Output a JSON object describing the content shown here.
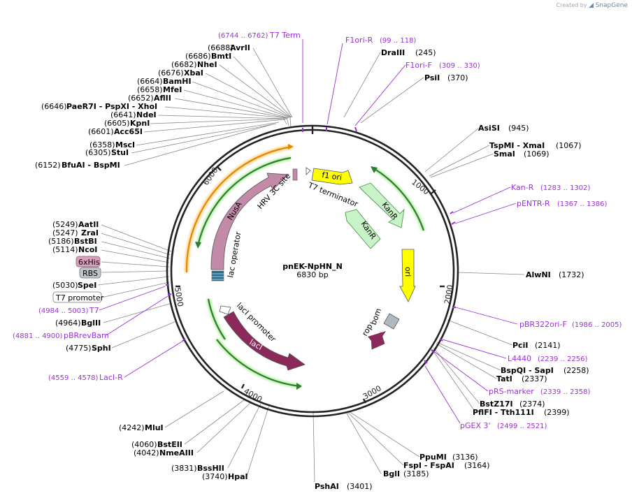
{
  "credit": {
    "prefix": "Created by",
    "brand": "SnapGene"
  },
  "plasmid": {
    "name": "pnEK-NpHN_N",
    "size": "6830 bp",
    "length": 6830,
    "ticks": [
      "1000",
      "2000",
      "3000",
      "4000",
      "5000",
      "6000"
    ]
  },
  "colors": {
    "backbone": "#222222",
    "primer": "#9b30d8",
    "enzyme": "#000000",
    "f1_ori": "#ffff00",
    "ori": "#ffff00",
    "kanR": "#c8f2c8",
    "kanR_stroke": "#4c9a4c",
    "nusA": "#c28aa8",
    "lacI": "#8b2a5a",
    "rop": "#8b2a5a",
    "bom": "#b0b8c0",
    "orf_green": "#2e7d32",
    "orf_orange": "#e08a00"
  },
  "features": [
    {
      "name": "f1 ori",
      "type": "f1ori"
    },
    {
      "name": "KanR",
      "type": "kanR1"
    },
    {
      "name": "KanR",
      "type": "kanR2"
    },
    {
      "name": "ori",
      "type": "ori"
    },
    {
      "name": "bom",
      "type": "bom"
    },
    {
      "name": "rop",
      "type": "rop"
    },
    {
      "name": "lacI",
      "type": "lacI"
    },
    {
      "name": "lacI promoter",
      "type": "lacIpro"
    },
    {
      "name": "lac operator",
      "type": "lacop"
    },
    {
      "name": "NusA",
      "type": "nusA"
    },
    {
      "name": "HRV 3C site",
      "type": "hrv"
    },
    {
      "name": "T7 terminator",
      "type": "t7term"
    }
  ],
  "boxed_features": [
    {
      "name": "6xHis",
      "style": "pink"
    },
    {
      "name": "RBS",
      "style": "gray"
    },
    {
      "name": "T7 promoter",
      "style": "white"
    }
  ],
  "enzymes": [
    {
      "name": "AvrII",
      "pos": "(6688)"
    },
    {
      "name": "BmtI",
      "pos": "(6686)"
    },
    {
      "name": "NheI",
      "pos": "(6682)"
    },
    {
      "name": "XbaI",
      "pos": "(6676)"
    },
    {
      "name": "BamHI",
      "pos": "(6664)"
    },
    {
      "name": "MfeI",
      "pos": "(6658)"
    },
    {
      "name": "AflII",
      "pos": "(6652)"
    },
    {
      "name": "PaeR7I - PspXI - XhoI",
      "pos": "(6646)"
    },
    {
      "name": "NdeI",
      "pos": "(6641)"
    },
    {
      "name": "KpnI",
      "pos": "(6605)"
    },
    {
      "name": "Acc65I",
      "pos": "(6601)"
    },
    {
      "name": "MscI",
      "pos": "(6358)"
    },
    {
      "name": "StuI",
      "pos": "(6305)"
    },
    {
      "name": "BfuAI - BspMI",
      "pos": "(6152)"
    },
    {
      "name": "AatII",
      "pos": "(5249)"
    },
    {
      "name": "ZraI",
      "pos": "(5247)"
    },
    {
      "name": "BstBI",
      "pos": "(5186)"
    },
    {
      "name": "NcoI",
      "pos": "(5114)"
    },
    {
      "name": "SpeI",
      "pos": "(5030)"
    },
    {
      "name": "BglII",
      "pos": "(4964)"
    },
    {
      "name": "SphI",
      "pos": "(4775)"
    },
    {
      "name": "MluI",
      "pos": "(4242)"
    },
    {
      "name": "BstEII",
      "pos": "(4060)"
    },
    {
      "name": "NmeAIII",
      "pos": "(4042)"
    },
    {
      "name": "BssHII",
      "pos": "(3831)"
    },
    {
      "name": "HpaI",
      "pos": "(3740)"
    },
    {
      "name": "PshAI",
      "pos": "(3401)"
    },
    {
      "name": "BglI",
      "pos": "(3185)"
    },
    {
      "name": "FspI - FspAI",
      "pos": "(3164)"
    },
    {
      "name": "PpuMI",
      "pos": "(3136)"
    },
    {
      "name": "PflFI - Tth111I",
      "pos": "(2399)"
    },
    {
      "name": "BstZ17I",
      "pos": "(2374)"
    },
    {
      "name": "TatI",
      "pos": "(2337)"
    },
    {
      "name": "BspQI - SapI",
      "pos": "(2258)"
    },
    {
      "name": "PciI",
      "pos": "(2141)"
    },
    {
      "name": "AlwNI",
      "pos": "(1732)"
    },
    {
      "name": "SmaI",
      "pos": "(1069)"
    },
    {
      "name": "TspMI - XmaI",
      "pos": "(1067)"
    },
    {
      "name": "AsiSI",
      "pos": "(945)"
    },
    {
      "name": "PsiI",
      "pos": "(370)"
    },
    {
      "name": "DraIII",
      "pos": "(245)"
    }
  ],
  "primers": [
    {
      "name": "T7 Term",
      "range": "(6744 .. 6762)"
    },
    {
      "name": "F1ori-R",
      "range": "(99 .. 118)"
    },
    {
      "name": "F1ori-F",
      "range": "(309 .. 330)"
    },
    {
      "name": "Kan-R",
      "range": "(1283 .. 1302)"
    },
    {
      "name": "pENTR-R",
      "range": "(1367 .. 1386)"
    },
    {
      "name": "pBR322ori-F",
      "range": "(1986 .. 2005)"
    },
    {
      "name": "L4440",
      "range": "(2239 .. 2256)"
    },
    {
      "name": "pRS-marker",
      "range": "(2339 .. 2358)"
    },
    {
      "name": "pGEX 3'",
      "range": "(2499 .. 2521)"
    },
    {
      "name": "T7",
      "range": "(4984 .. 5003)"
    },
    {
      "name": "pBRrevBam",
      "range": "(4881 .. 4900)"
    },
    {
      "name": "LacI-R",
      "range": "(4559 .. 4578)"
    }
  ]
}
